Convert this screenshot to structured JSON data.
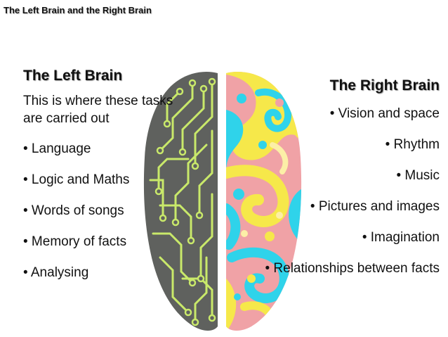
{
  "slide": {
    "title": "The Left Brain and the Right Brain"
  },
  "left": {
    "heading": "The Left Brain",
    "intro": "This is where these tasks are carried out",
    "items": [
      "• Language",
      "• Logic and Maths",
      "• Words of songs",
      "• Memory of facts",
      "• Analysing"
    ]
  },
  "right": {
    "heading": "The Right Brain",
    "items": [
      "• Vision and space",
      "• Rhythm",
      "• Music",
      "• Pictures and images",
      "• Imagination",
      "• Relationships between facts"
    ]
  },
  "colors": {
    "left_hemisphere": "#5f615e",
    "circuit": "#c9e96a",
    "right_yellow": "#f6e84a",
    "right_cyan": "#2fd3ea",
    "right_pink": "#f0a2a6",
    "right_pale": "#fcefa7"
  }
}
